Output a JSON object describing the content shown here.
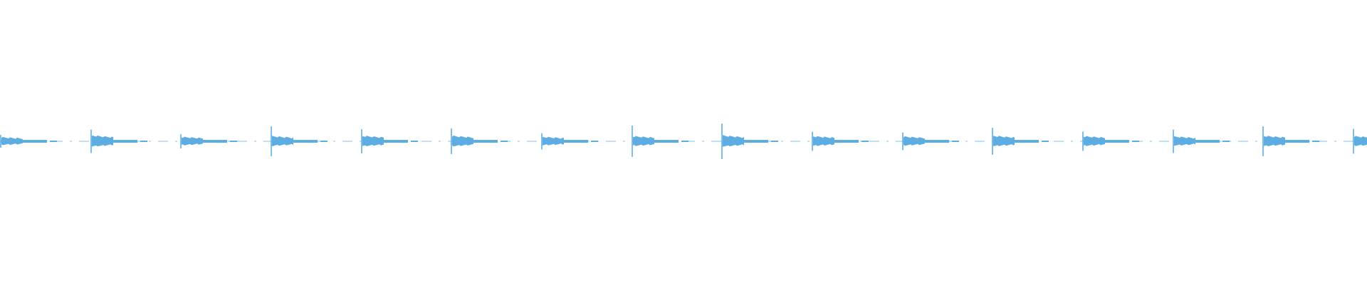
{
  "waveform": {
    "color": "#5dade2",
    "background": "#ffffff",
    "beats": [
      {
        "start": 0.0,
        "peak": 0.18,
        "body": 0.09
      },
      {
        "start": 0.066,
        "peak": 0.33,
        "body": 0.14
      },
      {
        "start": 0.132,
        "peak": 0.2,
        "body": 0.1
      },
      {
        "start": 0.198,
        "peak": 0.42,
        "body": 0.12
      },
      {
        "start": 0.264,
        "peak": 0.34,
        "body": 0.13
      },
      {
        "start": 0.33,
        "peak": 0.36,
        "body": 0.13
      },
      {
        "start": 0.396,
        "peak": 0.23,
        "body": 0.1
      },
      {
        "start": 0.462,
        "peak": 0.44,
        "body": 0.12
      },
      {
        "start": 0.528,
        "peak": 0.5,
        "body": 0.14
      },
      {
        "start": 0.594,
        "peak": 0.27,
        "body": 0.12
      },
      {
        "start": 0.66,
        "peak": 0.25,
        "body": 0.11
      },
      {
        "start": 0.726,
        "peak": 0.38,
        "body": 0.13
      },
      {
        "start": 0.792,
        "peak": 0.27,
        "body": 0.12
      },
      {
        "start": 0.858,
        "peak": 0.33,
        "body": 0.11
      },
      {
        "start": 0.924,
        "peak": 0.42,
        "body": 0.13
      },
      {
        "start": 0.99,
        "peak": 0.35,
        "body": 0.12
      }
    ]
  }
}
